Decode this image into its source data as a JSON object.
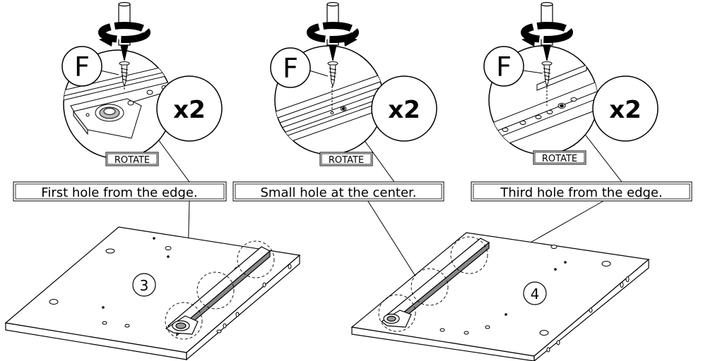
{
  "callouts": [
    {
      "part_letter": "F",
      "quantity": "x2",
      "rotate_label": "ROTATE",
      "caption": "First hole from the edge."
    },
    {
      "part_letter": "F",
      "quantity": "x2",
      "rotate_label": "ROTATE",
      "caption": "Small hole at the center."
    },
    {
      "part_letter": "F",
      "quantity": "x2",
      "rotate_label": "ROTATE",
      "caption": "Third hole from the edge."
    }
  ],
  "panels": [
    {
      "step_number": "3"
    },
    {
      "step_number": "4"
    }
  ],
  "icons": [
    "screwdriver-icon",
    "rotation-arrow-icon",
    "screw-icon"
  ]
}
